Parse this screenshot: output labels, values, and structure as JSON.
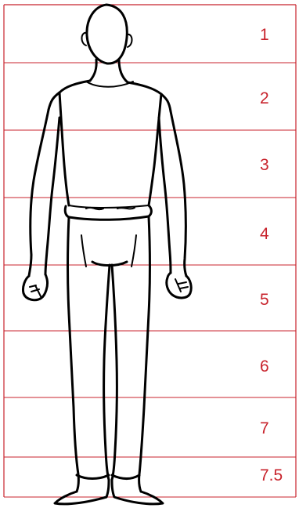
{
  "colors": {
    "guide": "#c8232c",
    "figure": "#000000",
    "background": "#ffffff"
  },
  "proportion_labels": [
    "1",
    "2",
    "3",
    "4",
    "5",
    "6",
    "7",
    "7.5"
  ]
}
